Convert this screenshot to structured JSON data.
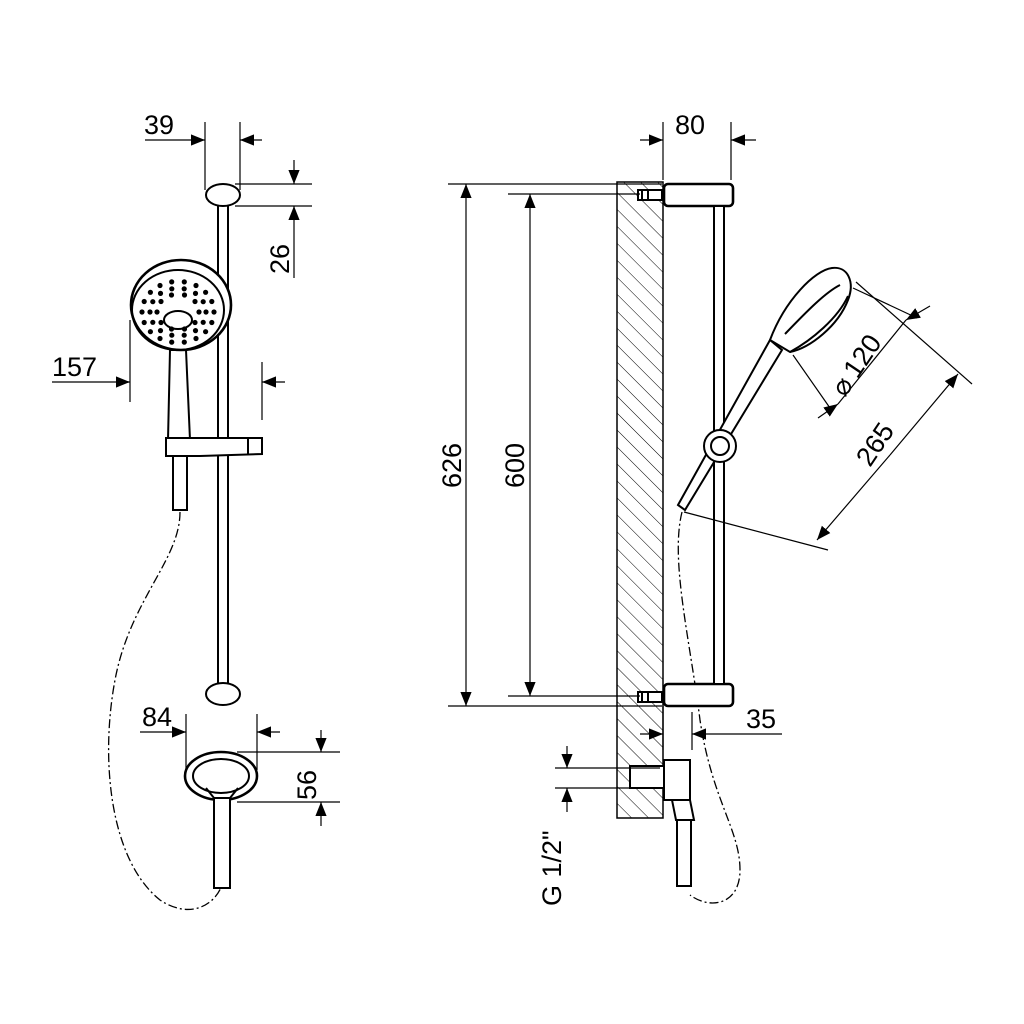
{
  "dimensions": {
    "d39": "39",
    "d26": "26",
    "d157": "157",
    "d84": "84",
    "d56": "56",
    "d80": "80",
    "d626": "626",
    "d600": "600",
    "d120": "120",
    "d265": "265",
    "d35": "35",
    "thread": "G 1/2\""
  },
  "symbols": {
    "diameter": "⌀"
  },
  "colors": {
    "line": "#000000",
    "background": "#ffffff"
  }
}
